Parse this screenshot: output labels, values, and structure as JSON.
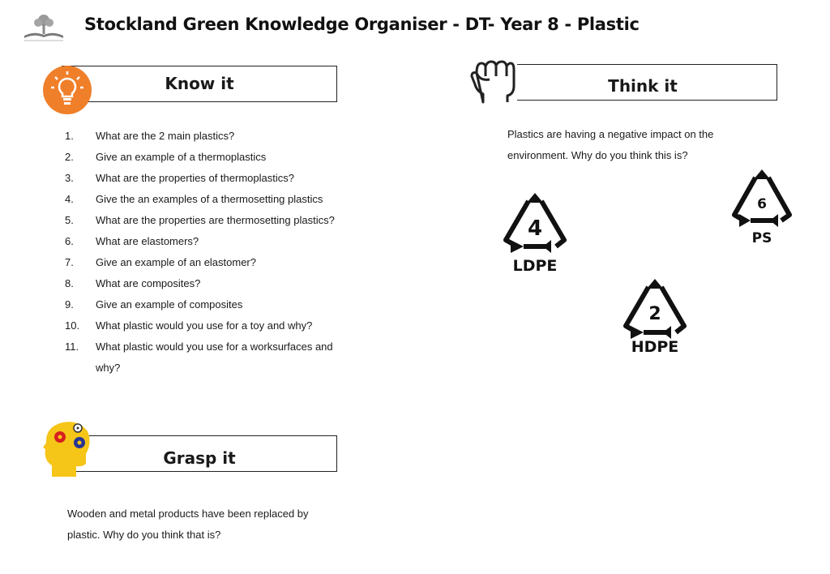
{
  "header": {
    "title": "Stockland Green Knowledge Organiser - DT- Year 8 - Plastic",
    "logo_icon": "tree-book-logo-icon"
  },
  "know_it": {
    "heading": "Know it",
    "icon": "lightbulb-icon",
    "icon_color": "#f07f2a",
    "questions": [
      {
        "num": "1.",
        "text": "What are the 2 main plastics?"
      },
      {
        "num": "2.",
        "text": "Give an example of a thermoplastics"
      },
      {
        "num": "3.",
        "text": "What are the properties of thermoplastics?"
      },
      {
        "num": "4.",
        "text": "Give the an examples of a thermosetting plastics"
      },
      {
        "num": "5.",
        "text": "What are the properties are thermosetting plastics?"
      },
      {
        "num": "6.",
        "text": "What are elastomers?"
      },
      {
        "num": "7.",
        "text": "Give an example of an elastomer?"
      },
      {
        "num": "8.",
        "text": "What are composites?"
      },
      {
        "num": "9.",
        "text": "Give an example of composites"
      },
      {
        "num": "10.",
        "text": "What plastic would you use for a toy and why?"
      },
      {
        "num": "11.",
        "text": "What plastic would you use for a worksurfaces and why?"
      }
    ]
  },
  "grasp_it": {
    "heading": "Grasp it",
    "icon": "head-gears-icon",
    "icon_color": "#f5c518",
    "text": "Wooden and metal products have been replaced by plastic. Why do you think that is?"
  },
  "think_it": {
    "heading": "Think  it",
    "icon": "raised-fist-icon",
    "text": "Plastics are having a negative impact on the environment. Why do you think this is?",
    "recycling_symbols": [
      {
        "number": "4",
        "code": "LDPE"
      },
      {
        "number": "6",
        "code": "PS"
      },
      {
        "number": "2",
        "code": "HDPE"
      }
    ]
  }
}
